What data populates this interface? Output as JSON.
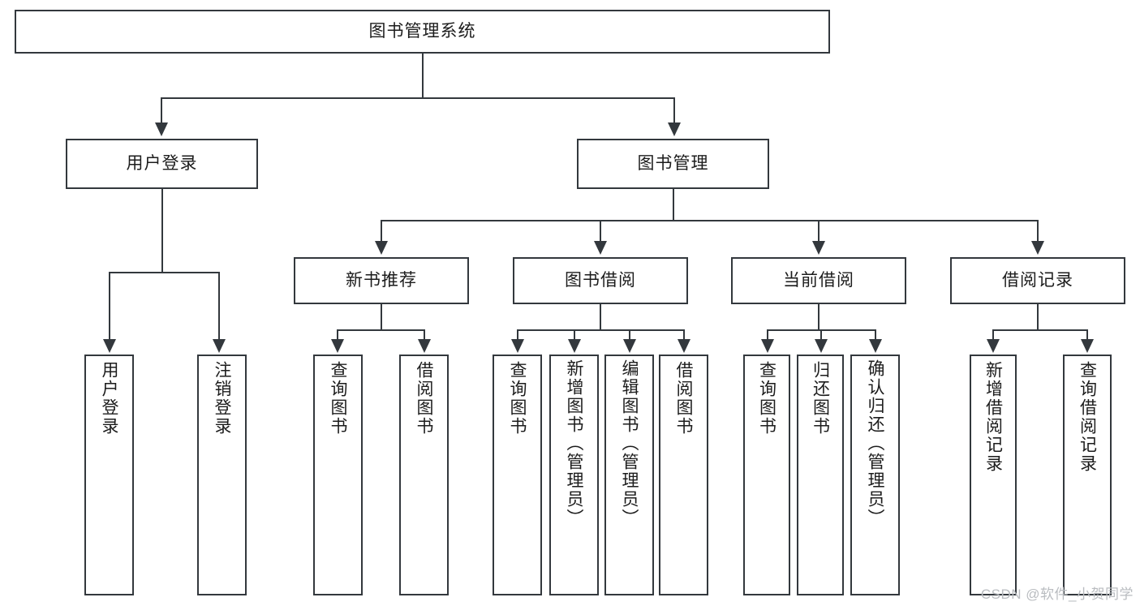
{
  "diagram": {
    "title": "图书管理系统",
    "watermark": "CSDN @软件_小贺同学"
  },
  "nodes": {
    "root": {
      "label": "图书管理系统"
    },
    "level2": [
      {
        "label": "用户登录"
      },
      {
        "label": "图书管理"
      }
    ],
    "level3": [
      {
        "label": "新书推荐"
      },
      {
        "label": "图书借阅"
      },
      {
        "label": "当前借阅"
      },
      {
        "label": "借阅记录"
      }
    ],
    "leaves_user_login": [
      {
        "label": "用户登录"
      },
      {
        "label": "注销登录"
      }
    ],
    "leaves_new_book": [
      {
        "label": "查询图书"
      },
      {
        "label": "借阅图书"
      }
    ],
    "leaves_borrow": [
      {
        "label": "查询图书"
      },
      {
        "label": "新增图书（管理员）"
      },
      {
        "label": "编辑图书（管理员）"
      },
      {
        "label": "借阅图书"
      }
    ],
    "leaves_current": [
      {
        "label": "查询图书"
      },
      {
        "label": "归还图书"
      },
      {
        "label": "确认归还（管理员）"
      }
    ],
    "leaves_record": [
      {
        "label": "新增借阅记录"
      },
      {
        "label": "查询借阅记录"
      }
    ]
  },
  "colors": {
    "stroke": "#33383d",
    "fill": "#ffffff",
    "text": "#1c1c1c",
    "watermark": "#b9bcc0"
  }
}
